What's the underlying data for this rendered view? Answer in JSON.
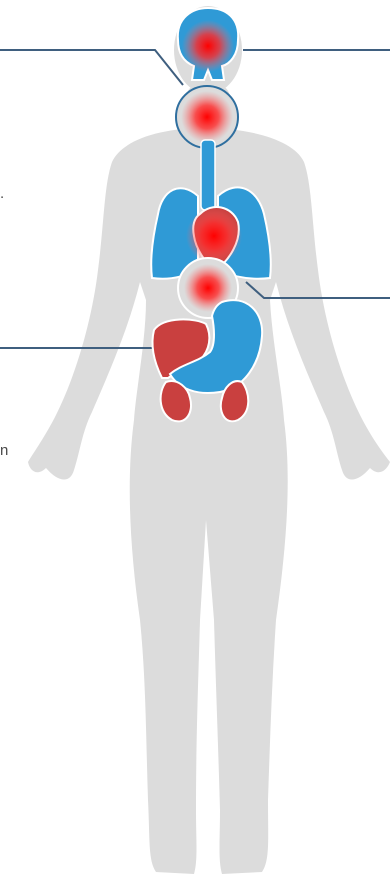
{
  "figure": {
    "label_fragments": [
      ".",
      "n"
    ],
    "colors": {
      "body": "#dcdcdc",
      "blue_organ": "#2f9ad6",
      "red_organ": "#c9403f",
      "glow": "#ff1a1a",
      "callout_line": "#3f5f7f",
      "organ_outline": "#ffffff"
    },
    "organs": [
      {
        "name": "brain",
        "color": "blue",
        "highlighted": true
      },
      {
        "name": "throat",
        "color": "none",
        "highlighted": true
      },
      {
        "name": "esophagus",
        "color": "blue",
        "highlighted": false
      },
      {
        "name": "lungs",
        "color": "blue",
        "highlighted": false
      },
      {
        "name": "heart",
        "color": "red",
        "highlighted": true
      },
      {
        "name": "stomach-upper",
        "color": "none",
        "highlighted": true
      },
      {
        "name": "liver",
        "color": "red",
        "highlighted": false
      },
      {
        "name": "stomach",
        "color": "blue",
        "highlighted": false
      },
      {
        "name": "kidneys",
        "color": "red",
        "highlighted": false
      }
    ]
  }
}
